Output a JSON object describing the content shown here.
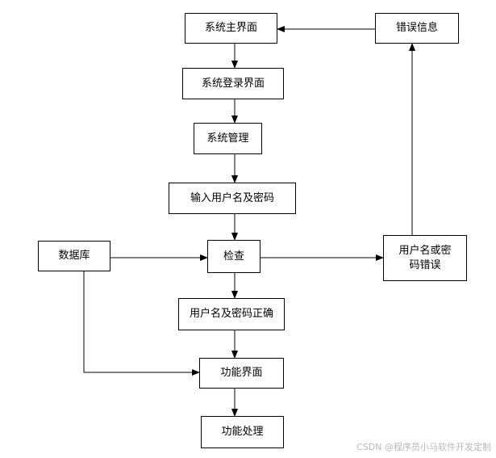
{
  "nodes": {
    "main_ui": "系统主界面",
    "login_ui": "系统登录界面",
    "sys_manage": "系统管理",
    "input_credentials": "输入用户名及密码",
    "check": "检查",
    "database": "数据库",
    "credentials_correct": "用户名及密码正确",
    "feature_ui": "功能界面",
    "feature_process": "功能处理",
    "credentials_wrong": "用户名或密\n码错误",
    "error_info": "错误信息"
  },
  "watermark": "CSDN @程序员小马软件开发定制"
}
